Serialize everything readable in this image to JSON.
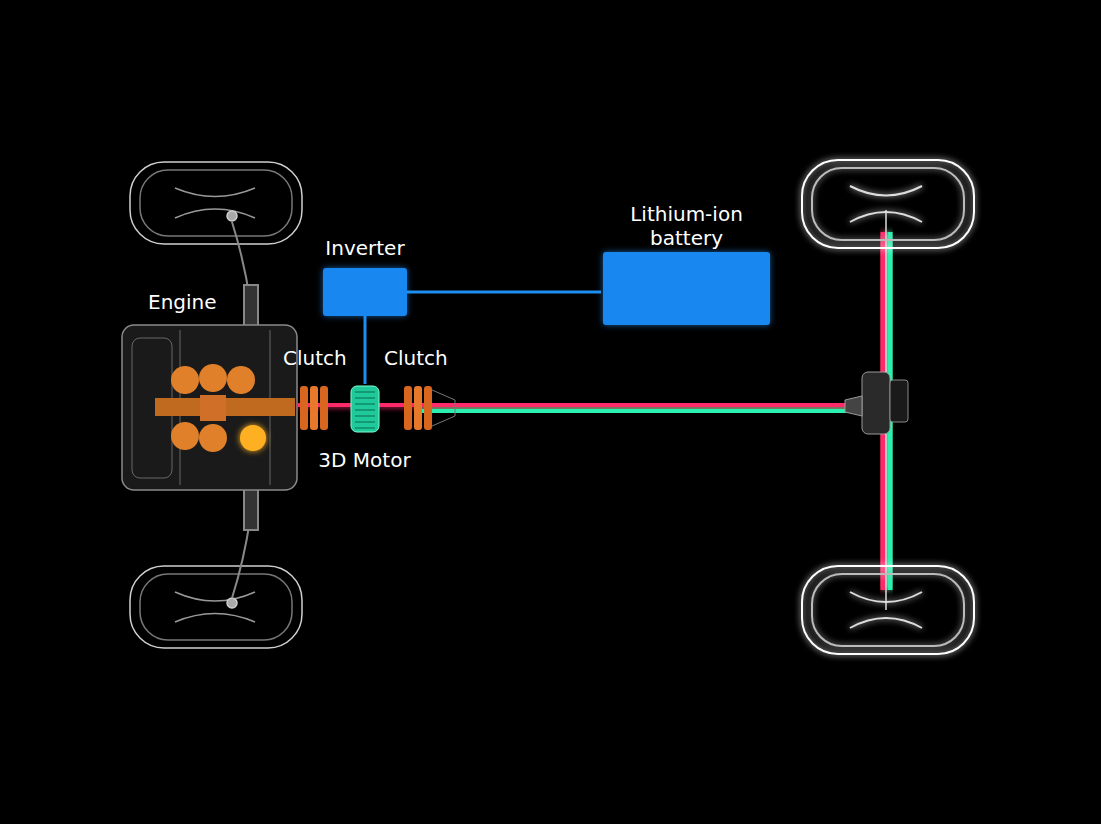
{
  "diagram": {
    "nodes": [
      {
        "text": [
          "Inverter"
        ]
      },
      {
        "text": [
          "Lithium-ion battery"
        ]
      },
      {
        "text": [
          "3D Motor"
        ]
      }
    ],
    "edges": [
      {
        "from": 0,
        "to": 1,
        "arrow": "none"
      },
      {
        "from": 0,
        "to": 2,
        "arrow": "none"
      }
    ],
    "labels": [
      "Engine",
      "Clutch",
      "Clutch"
    ]
  }
}
